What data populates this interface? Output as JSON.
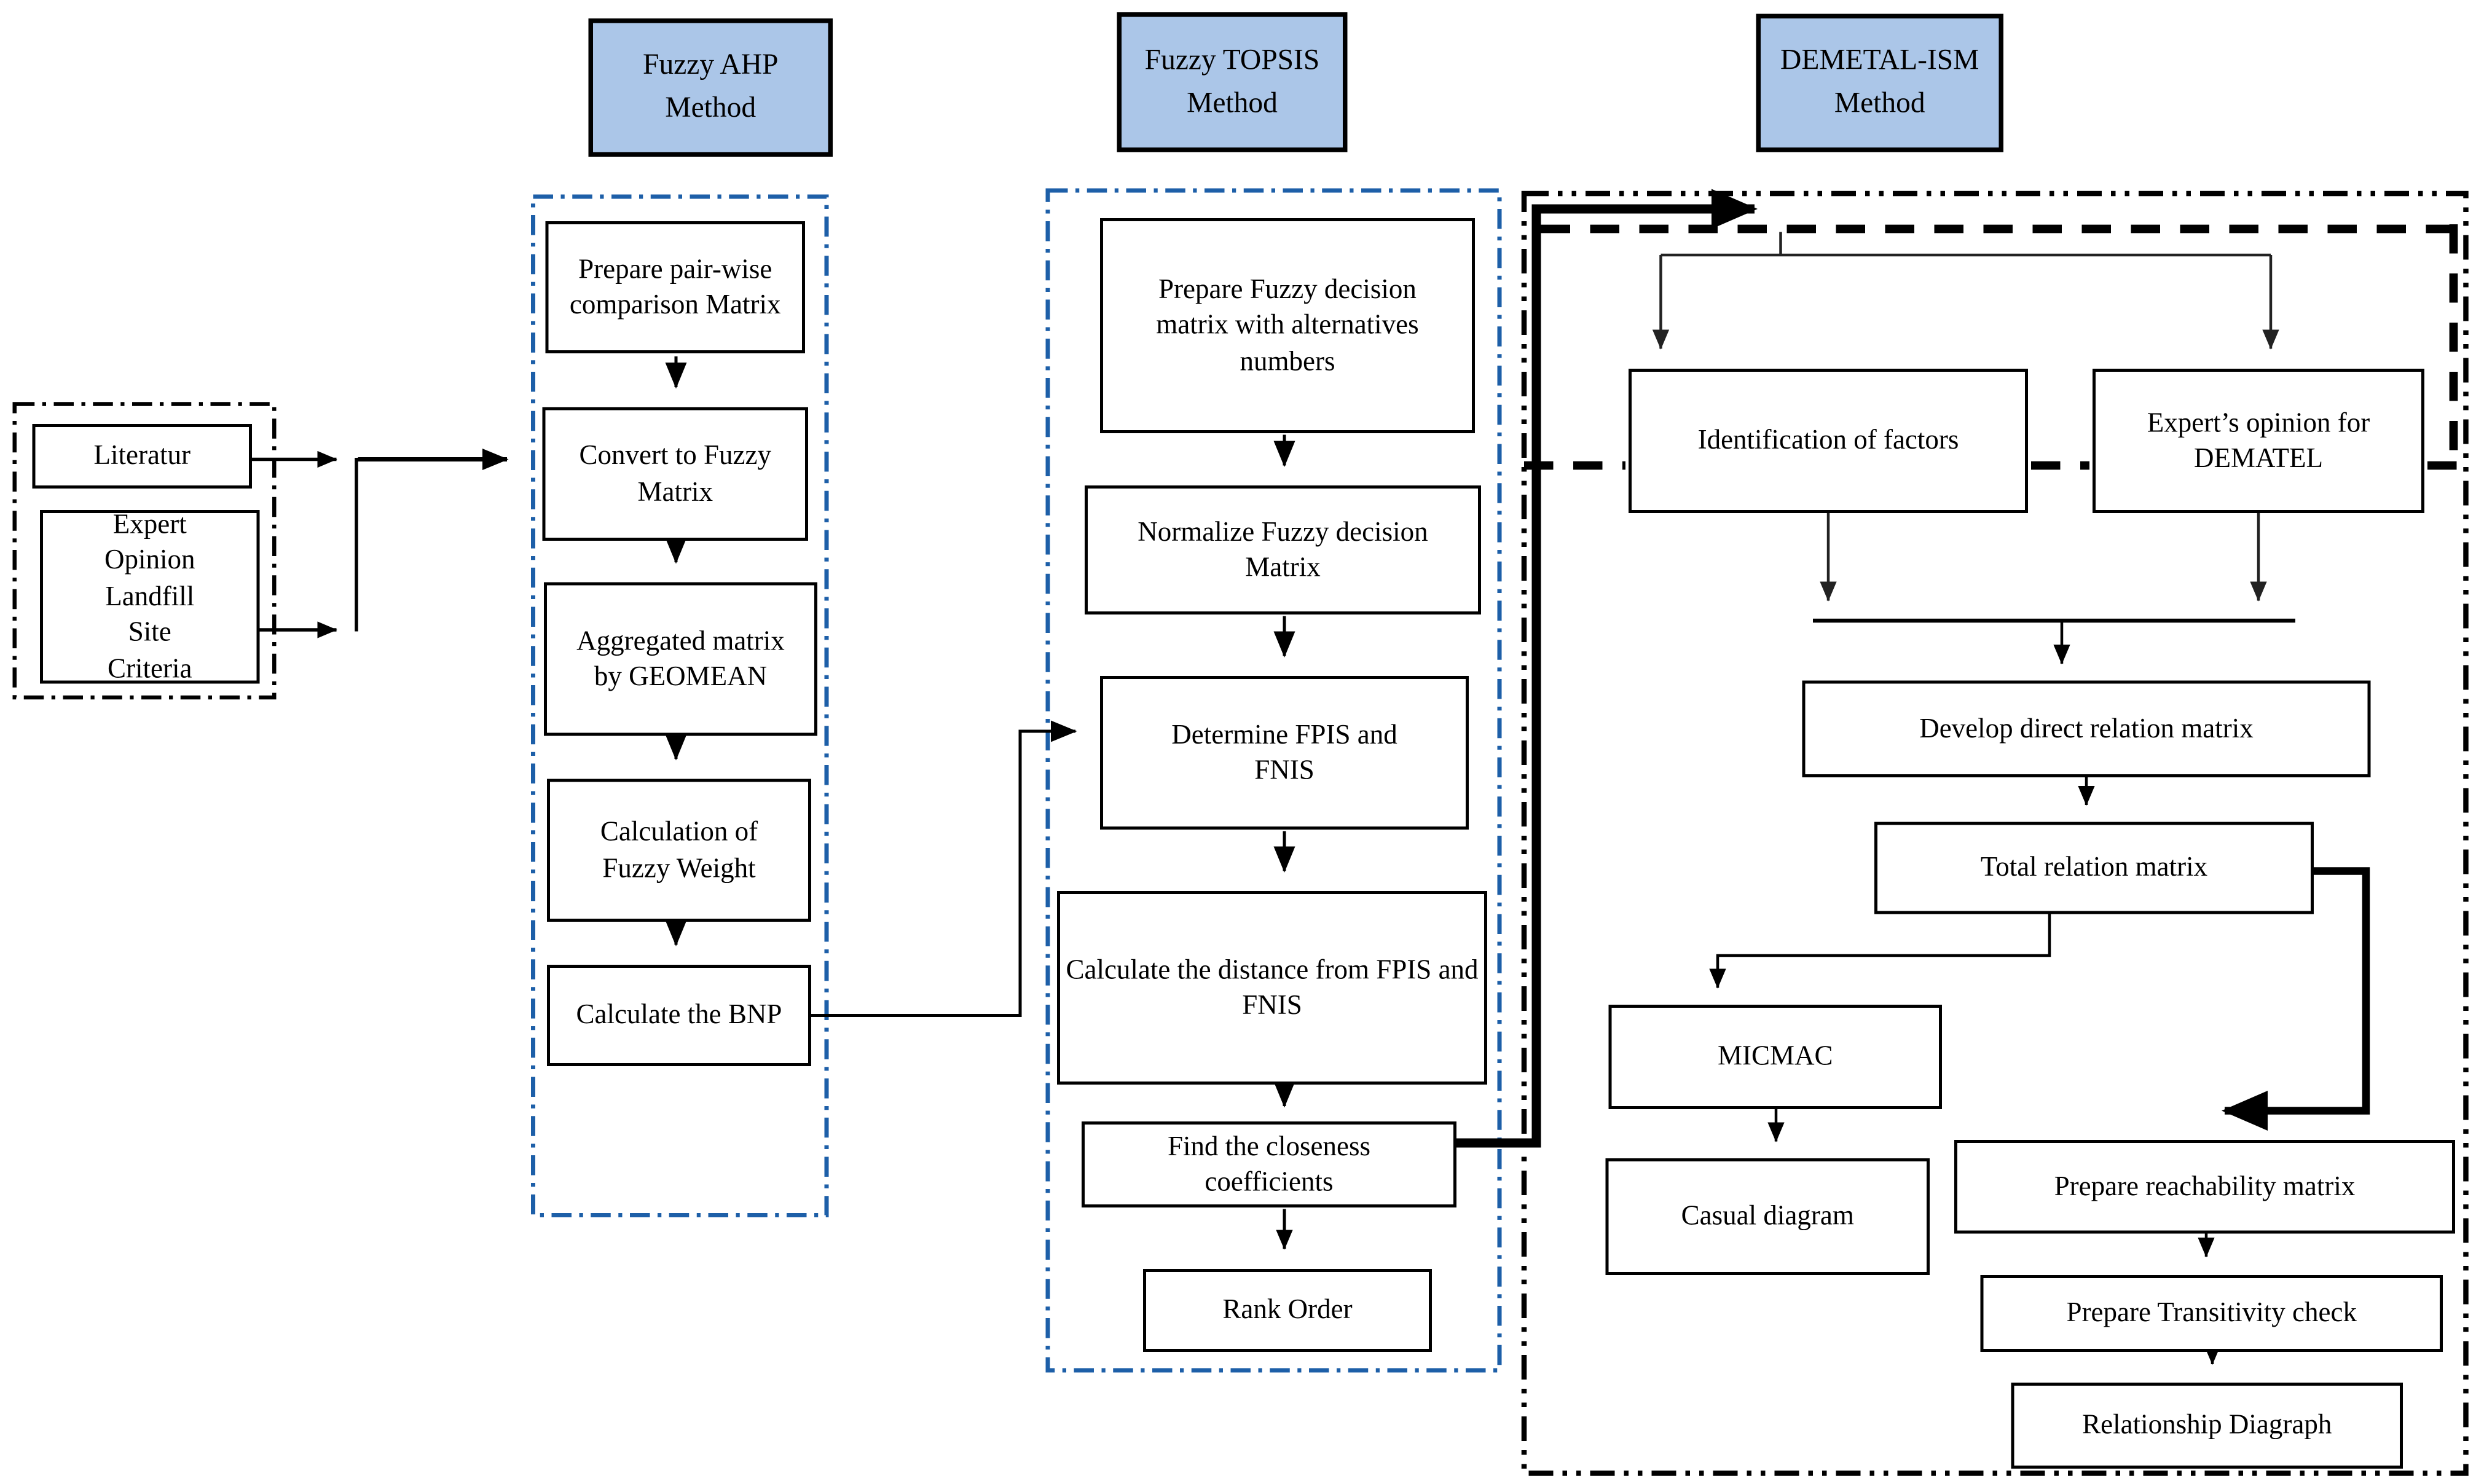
{
  "headers": {
    "ahp": "Fuzzy AHP Method",
    "topsis": "Fuzzy TOPSIS Method",
    "dematel": "DEMETAL-ISM Method"
  },
  "inputs": {
    "literature": "Literatur",
    "expert_opinion": "Expert Opinion Landfill Site Criteria"
  },
  "ahp_steps": [
    "Prepare pair-wise comparison Matrix",
    "Convert to Fuzzy Matrix",
    "Aggregated matrix by GEOMEAN",
    "Calculation of Fuzzy Weight",
    "Calculate the BNP"
  ],
  "topsis_steps": [
    "Prepare Fuzzy decision matrix with alternatives numbers",
    "Normalize Fuzzy decision Matrix",
    "Determine FPIS and FNIS",
    "Calculate the distance from FPIS and FNIS",
    "Find the closeness coefficients",
    "Rank Order"
  ],
  "dematel_steps": {
    "identification": "Identification of factors",
    "expert_dematel": "Expert’s opinion for DEMATEL",
    "develop": "Develop direct relation matrix",
    "total": "Total relation matrix",
    "micmac": "MICMAC",
    "casual": "Casual diagram",
    "reachability": "Prepare reachability matrix",
    "transitivity": "Prepare Transitivity check",
    "relationship": "Relationship Diagraph"
  },
  "colors": {
    "header_fill": "#abc6e8",
    "container_blue": "#1d5fa8",
    "line_black": "#000000"
  }
}
